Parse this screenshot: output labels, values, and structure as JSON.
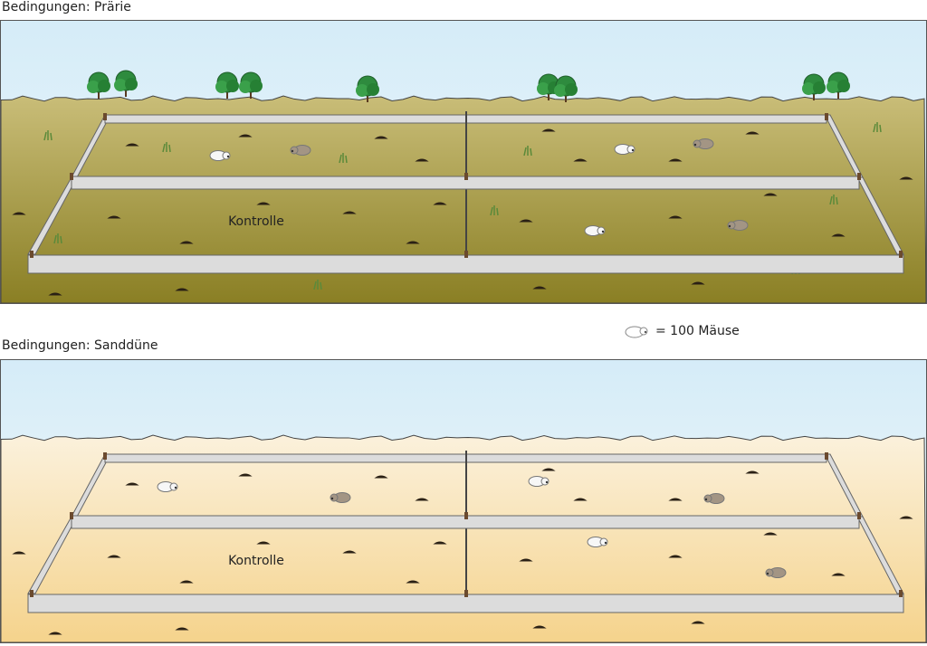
{
  "panels": [
    {
      "title": "Bedingungen: Prärie",
      "plot_label": "Kontrolle",
      "sky_top": "#d5ecf8",
      "sky_bottom": "#eef7fb",
      "ground_top": "#c9bd78",
      "ground_bottom": "#8a7f24",
      "has_shrubs": true
    },
    {
      "title": "Bedingungen: Sanddüne",
      "plot_label": "Kontrolle",
      "sky_top": "#d5ecf8",
      "sky_bottom": "#f5f9fa",
      "ground_top": "#fbf1dc",
      "ground_bottom": "#f5d38c",
      "has_shrubs": false
    }
  ],
  "legend": {
    "text": "= 100 Mäuse",
    "icon": "mouse-icon"
  },
  "colors": {
    "white_mouse": "#f7f7f7",
    "brown_mouse": "#a39584",
    "fence": "#dcdcdc",
    "post": "#6b4a2e"
  }
}
